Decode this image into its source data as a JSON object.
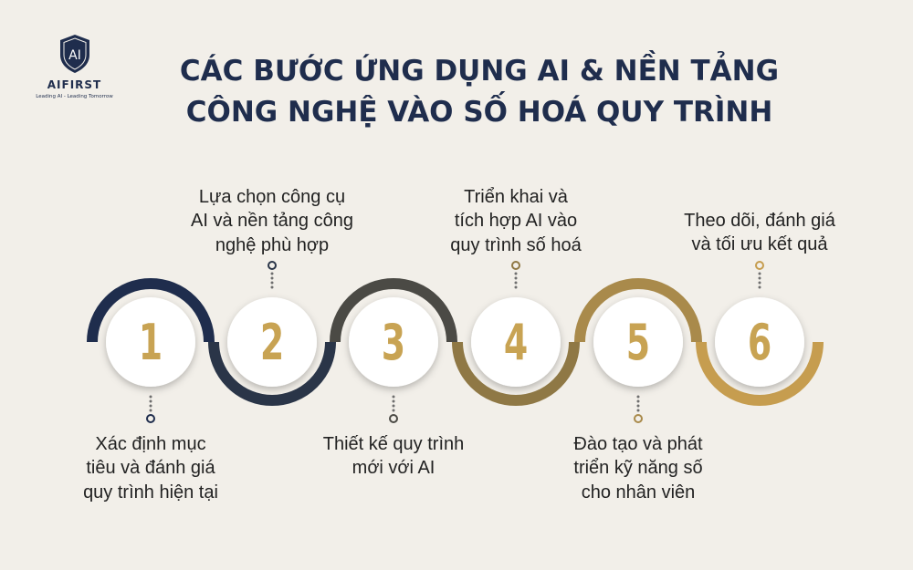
{
  "logo": {
    "mark": "AI",
    "name": "AIFIRST",
    "tagline": "Leading AI - Leading Tomorrow"
  },
  "title": {
    "line1": "CÁC BƯỚC ỨNG DỤNG AI & NỀN TẢNG",
    "line2": "CÔNG NGHỆ VÀO SỐ HOÁ QUY TRÌNH"
  },
  "colors": {
    "navy": "#1f2d4d",
    "gold": "#c69d4f",
    "number": "#c8a353",
    "background": "#f2efe9"
  },
  "steps": [
    {
      "number": "1",
      "label": [
        "Xác định mục",
        "tiêu và đánh giá",
        "quy trình hiện tại"
      ],
      "ring_color": "#1f2d4d"
    },
    {
      "number": "2",
      "label": [
        "Lựa chọn công cụ",
        "AI và nền tảng công",
        "nghệ phù hợp"
      ],
      "ring_color": "#2a3548"
    },
    {
      "number": "3",
      "label": [
        "Thiết kế quy trình",
        "mới với AI"
      ],
      "ring_color": "#4b4a45"
    },
    {
      "number": "4",
      "label": [
        "Triển khai và",
        "tích hợp AI vào",
        "quy trình số hoá"
      ],
      "ring_color": "#8f7845"
    },
    {
      "number": "5",
      "label": [
        "Đào tạo và phát",
        "triển kỹ năng số",
        "cho nhân viên"
      ],
      "ring_color": "#a98a4b"
    },
    {
      "number": "6",
      "label": [
        "Theo dõi, đánh giá",
        "và tối ưu kết quả"
      ],
      "ring_color": "#c69d4f"
    }
  ]
}
